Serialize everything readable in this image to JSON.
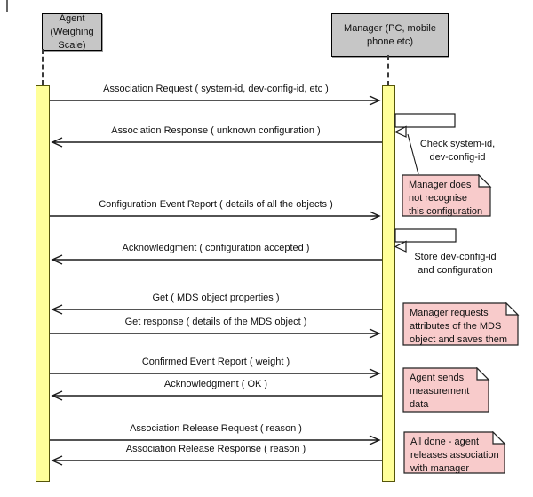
{
  "actors": [
    {
      "line1": "Agent",
      "line2": "(Weighing Scale)"
    },
    {
      "line1": "Manager (PC, mobile",
      "line2": "phone etc)"
    }
  ],
  "messages": [
    {
      "label": "Association Request ( system-id, dev-config-id, etc )",
      "from": "agent",
      "to": "manager",
      "direction": "right"
    },
    {
      "label": "Association Response ( unknown configuration )",
      "from": "manager",
      "to": "agent",
      "direction": "left"
    },
    {
      "label": "Configuration Event Report ( details of all the objects )",
      "from": "agent",
      "to": "manager",
      "direction": "right"
    },
    {
      "label": "Acknowledgment ( configuration accepted )",
      "from": "manager",
      "to": "agent",
      "direction": "left"
    },
    {
      "label": "Get ( MDS object properties )",
      "from": "manager",
      "to": "agent",
      "direction": "left"
    },
    {
      "label": "Get response ( details of the MDS object )",
      "from": "agent",
      "to": "manager",
      "direction": "right"
    },
    {
      "label": "Confirmed Event Report ( weight )",
      "from": "agent",
      "to": "manager",
      "direction": "right"
    },
    {
      "label": "Acknowledgment ( OK )",
      "from": "manager",
      "to": "agent",
      "direction": "left"
    },
    {
      "label": "Association Release Request ( reason )",
      "from": "agent",
      "to": "manager",
      "direction": "right"
    },
    {
      "label": "Association Release Response ( reason )",
      "from": "manager",
      "to": "agent",
      "direction": "left"
    }
  ],
  "self_messages": [
    {
      "line1": "Check system-id,",
      "line2": "dev-config-id"
    },
    {
      "line1": "Store dev-config-id",
      "line2": "and configuration"
    }
  ],
  "notes": [
    {
      "lines": [
        "Manager does",
        "not recognise",
        "this configuration"
      ]
    },
    {
      "lines": [
        "Manager requests",
        "attributes of the MDS",
        "object and saves them"
      ]
    },
    {
      "lines": [
        "Agent sends",
        "measurement",
        "data"
      ]
    },
    {
      "lines": [
        "All done - agent",
        "releases association",
        "with manager"
      ]
    }
  ],
  "colors": {
    "actor_fill": "#c6c6c6",
    "activation_fill": "#ffff99",
    "note_fill": "#f8cbcb",
    "line": "#1a1a1a",
    "background": "#ffffff"
  }
}
